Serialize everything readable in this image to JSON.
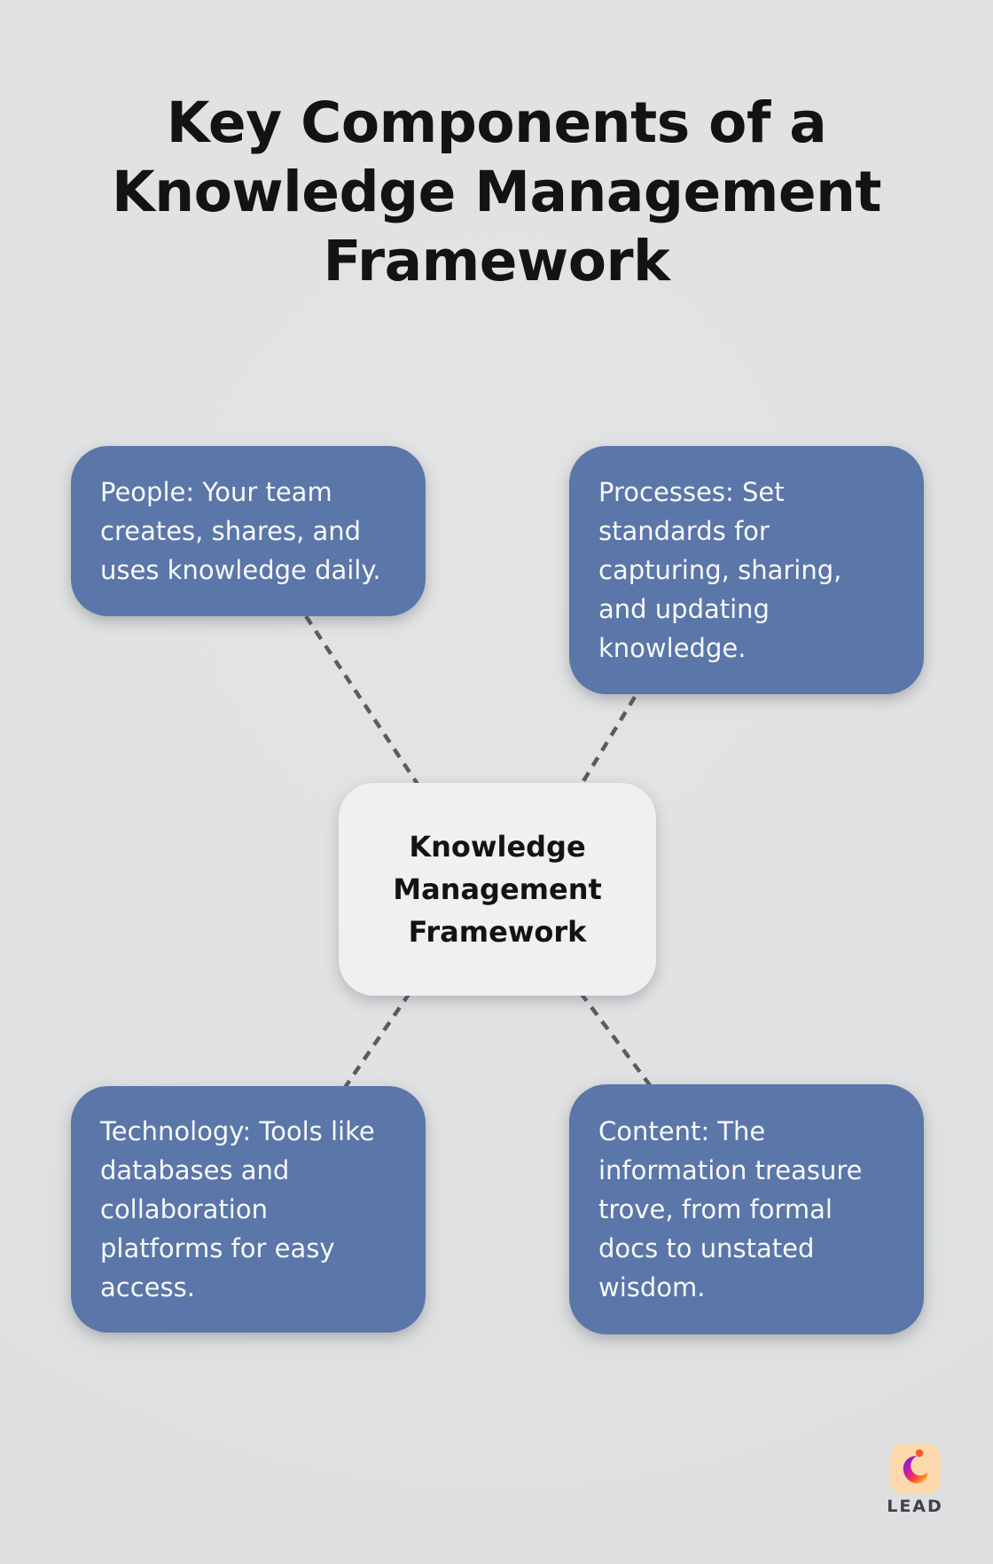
{
  "title": {
    "lines": [
      "Key Components of a",
      "Knowledge Management",
      "Framework"
    ]
  },
  "central_node": {
    "lines": [
      "Knowledge",
      "Management",
      "Framework"
    ]
  },
  "nodes": [
    {
      "id": "people",
      "position": "top-left",
      "lines": [
        "People: Your team",
        "creates, shares, and",
        "uses knowledge daily."
      ]
    },
    {
      "id": "processes",
      "position": "top-right",
      "lines": [
        "Processes: Set",
        "standards for",
        "capturing, sharing,",
        "and updating",
        "knowledge."
      ]
    },
    {
      "id": "technology",
      "position": "bottom-left",
      "lines": [
        "Technology: Tools like",
        "databases and",
        "collaboration",
        "platforms for easy",
        "access."
      ]
    },
    {
      "id": "content",
      "position": "bottom-right",
      "lines": [
        "Content: The",
        "information treasure",
        "trove, from formal",
        "docs to unstated",
        "wisdom."
      ]
    }
  ],
  "logo": {
    "wordmark": "LEAD"
  },
  "colors": {
    "bg_light": "#e3e4e5",
    "bg_dark": "#dcdedf",
    "node_blue": "#5b76a8",
    "node_text": "#f7f9fa",
    "center_bg": "#eef0f1",
    "title_color": "#131313",
    "dash_color": "#595d60",
    "logo_bg": "#fcd9ad",
    "logo_dot": "#f4562a",
    "logo_text": "#3f4347",
    "logo_grad_1": "#7a1fd0",
    "logo_grad_2": "#cf1d9e",
    "logo_grad_3": "#f7403f",
    "logo_grad_4": "#ffb21e"
  }
}
